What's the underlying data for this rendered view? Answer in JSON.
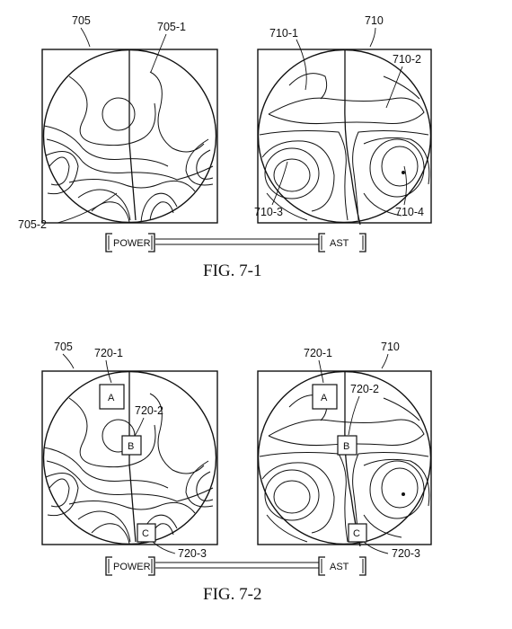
{
  "fig1": {
    "caption": "FIG. 7-1",
    "left_panel_ref": "705",
    "left_region_top": "705-1",
    "left_region_bottom": "705-2",
    "right_panel_ref": "710",
    "right_region_1": "710-1",
    "right_region_2": "710-2",
    "right_region_3": "710-3",
    "right_region_4": "710-4",
    "power_button": "POWER",
    "ast_button": "AST"
  },
  "fig2": {
    "caption": "FIG. 7-2",
    "left_panel_ref": "705",
    "right_panel_ref": "710",
    "left_point_ref_1": "720-1",
    "left_point_ref_2": "720-2",
    "left_point_ref_3": "720-3",
    "right_point_ref_1": "720-1",
    "right_point_ref_2": "720-2",
    "right_point_ref_3": "720-3",
    "point_a": "A",
    "point_b": "B",
    "point_c": "C",
    "power_button": "POWER",
    "ast_button": "AST"
  }
}
